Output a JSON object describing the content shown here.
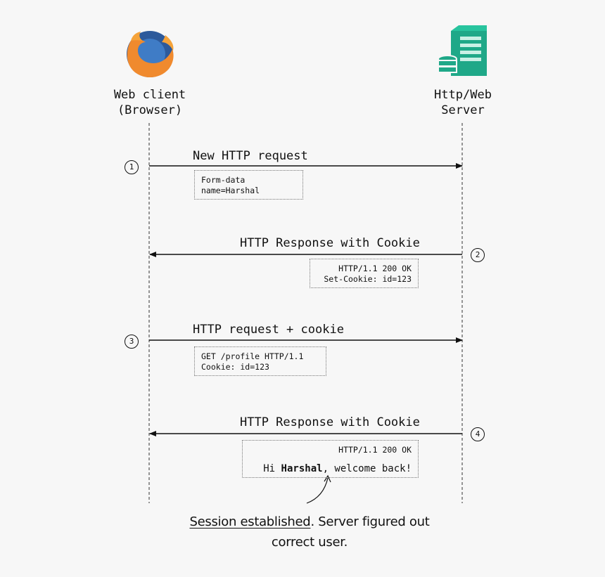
{
  "actors": {
    "client": {
      "line1": "Web client",
      "line2": "(Browser)",
      "icon": "firefox-icon"
    },
    "server": {
      "line1": "Http/Web",
      "line2": "Server",
      "icon": "server-icon"
    }
  },
  "messages": [
    {
      "step": "1",
      "label": "New HTTP request",
      "direction": "client-to-server",
      "note": [
        "Form-data",
        "name=Harshal"
      ]
    },
    {
      "step": "2",
      "label": "HTTP Response with Cookie",
      "direction": "server-to-client",
      "note": [
        "HTTP/1.1 200 OK",
        "Set-Cookie: id=123"
      ]
    },
    {
      "step": "3",
      "label": "HTTP request + cookie",
      "direction": "client-to-server",
      "note": [
        "GET /profile HTTP/1.1",
        "Cookie: id=123"
      ]
    },
    {
      "step": "4",
      "label": "HTTP Response with Cookie",
      "direction": "server-to-client",
      "note": [
        "HTTP/1.1 200 OK"
      ],
      "greeting": {
        "prefix": "Hi ",
        "name": "Harshal",
        "suffix": ", welcome back!"
      }
    }
  ],
  "caption": {
    "underlined": "Session established",
    "rest": ". Server figured out",
    "line2": "correct user."
  },
  "colors": {
    "firefox_orange": "#f08a2e",
    "firefox_blue": "#2d5a9b",
    "server_teal": "#1fa888"
  }
}
